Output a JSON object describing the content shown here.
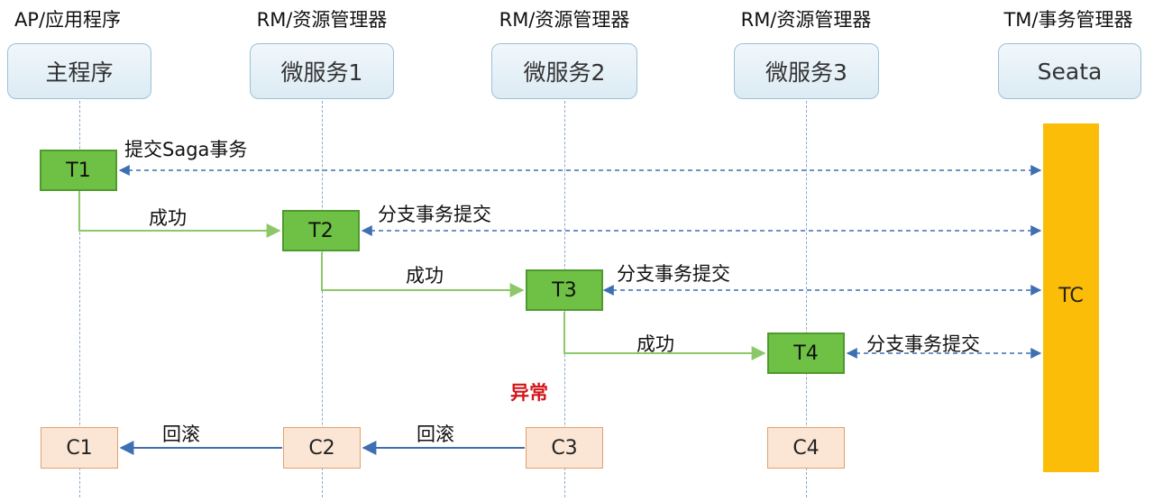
{
  "roles": [
    "AP/应用程序",
    "RM/资源管理器",
    "RM/资源管理器",
    "RM/资源管理器",
    "TM/事务管理器"
  ],
  "participants": [
    "主程序",
    "微服务1",
    "微服务2",
    "微服务3",
    "Seata"
  ],
  "tc_label": "TC",
  "transactions": [
    "T1",
    "T2",
    "T3",
    "T4"
  ],
  "compensations": [
    "C1",
    "C2",
    "C3",
    "C4"
  ],
  "messages": {
    "start_saga": "提交Saga事务",
    "success": "成功",
    "branch_commit": "分支事务提交",
    "exception": "异常",
    "rollback": "回滚"
  },
  "colors": {
    "transaction_fill": "#6ec144",
    "compensation_fill": "#fbe6d5",
    "tc_fill": "#fbbd07",
    "success_arrow": "#8cc86a",
    "commit_arrow": "#3e6fb3",
    "rollback_arrow": "#3e6fb3",
    "exception_text": "#d2161b"
  }
}
